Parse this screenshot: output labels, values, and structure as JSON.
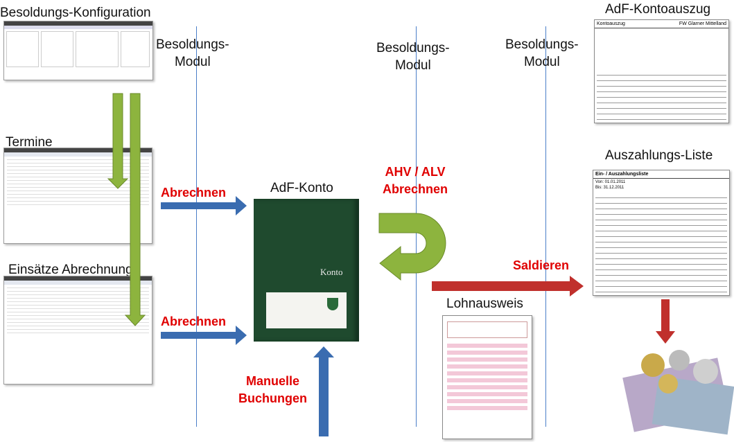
{
  "labels": {
    "config": "Besoldungs-Konfiguration",
    "termine": "Termine",
    "einsaetze": "Einsätze Abrechnung",
    "konto": "AdF-Konto",
    "lohnausweis": "Lohnausweis",
    "kontoauszug": "AdF-Kontoauszug",
    "auszahlung": "Auszahlungs-Liste"
  },
  "modules": [
    "Besoldungs-\nModul",
    "Besoldungs-\nModul",
    "Besoldungs-\nModul"
  ],
  "actions": {
    "abrechnen1": "Abrechnen",
    "abrechnen2": "Abrechnen",
    "ahv": "AHV / ALV\nAbrechnen",
    "saldieren": "Saldieren",
    "manuell": "Manuelle\nBuchungen"
  },
  "book": {
    "title": "Konto"
  },
  "kontoauszug_doc": {
    "title": "Kontoauszug",
    "org": "FW Glarner Mittelland"
  },
  "auszahlung_doc": {
    "title": "Ein- / Auszahlungsliste",
    "von": "Von:  01.01.2011",
    "bis": "Bis:  31.12.2011"
  },
  "colors": {
    "arrow_blue": "#3a6cb0",
    "arrow_red": "#c0302c",
    "arrow_green": "#8db43e",
    "book": "#1f4a2e",
    "line": "#4a7ec8",
    "action_text": "#e00000"
  }
}
